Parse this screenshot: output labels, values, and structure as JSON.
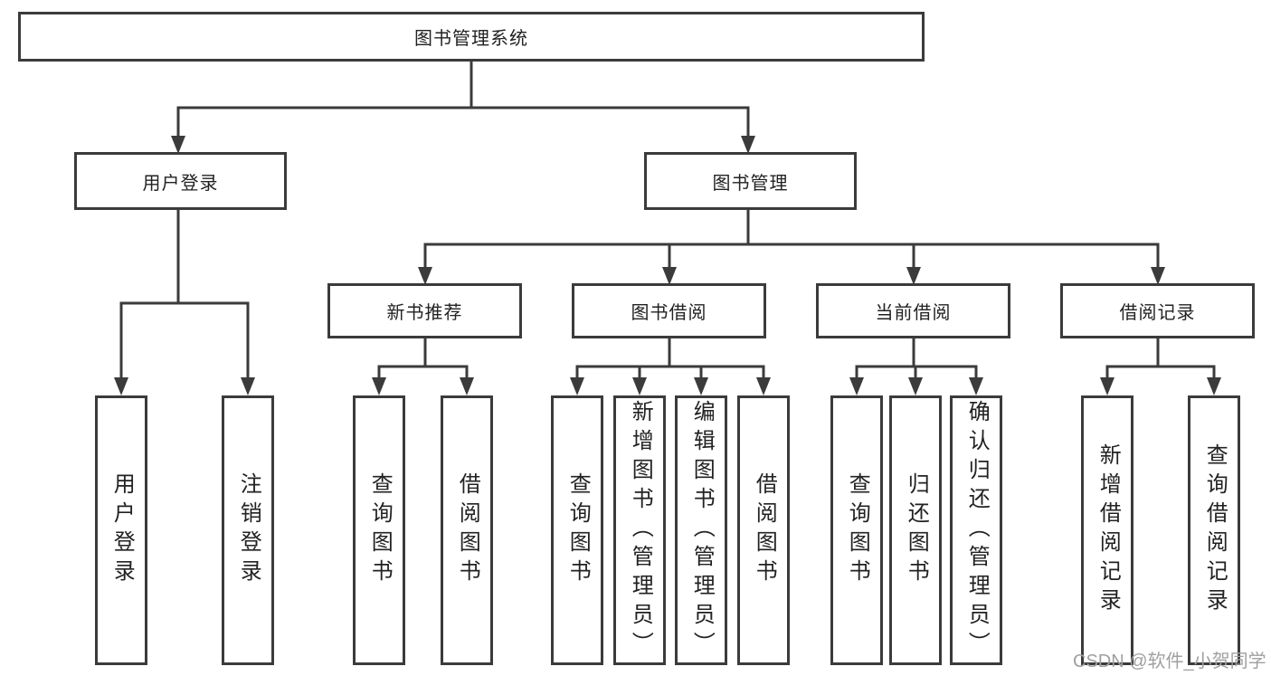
{
  "tree": {
    "label": "图书管理系统",
    "children": [
      {
        "label": "用户登录",
        "children": [
          {
            "label": "用户登录"
          },
          {
            "label": "注销登录"
          }
        ]
      },
      {
        "label": "图书管理",
        "children": [
          {
            "label": "新书推荐",
            "children": [
              {
                "label": "查询图书"
              },
              {
                "label": "借阅图书"
              }
            ]
          },
          {
            "label": "图书借阅",
            "children": [
              {
                "label": "查询图书"
              },
              {
                "label": "新增图书（管理员）"
              },
              {
                "label": "编辑图书（管理员）"
              },
              {
                "label": "借阅图书"
              }
            ]
          },
          {
            "label": "当前借阅",
            "children": [
              {
                "label": "查询图书"
              },
              {
                "label": "归还图书"
              },
              {
                "label": "确认归还（管理员）"
              }
            ]
          },
          {
            "label": "借阅记录",
            "children": [
              {
                "label": "新增借阅记录"
              },
              {
                "label": "查询借阅记录"
              }
            ]
          }
        ]
      }
    ]
  },
  "watermark": {
    "text": "CSDN @软件_小贺同学",
    "color": "#a0a0a0"
  },
  "colors": {
    "line": "#3b3b3b",
    "text": "#222222",
    "background": "#ffffff"
  }
}
